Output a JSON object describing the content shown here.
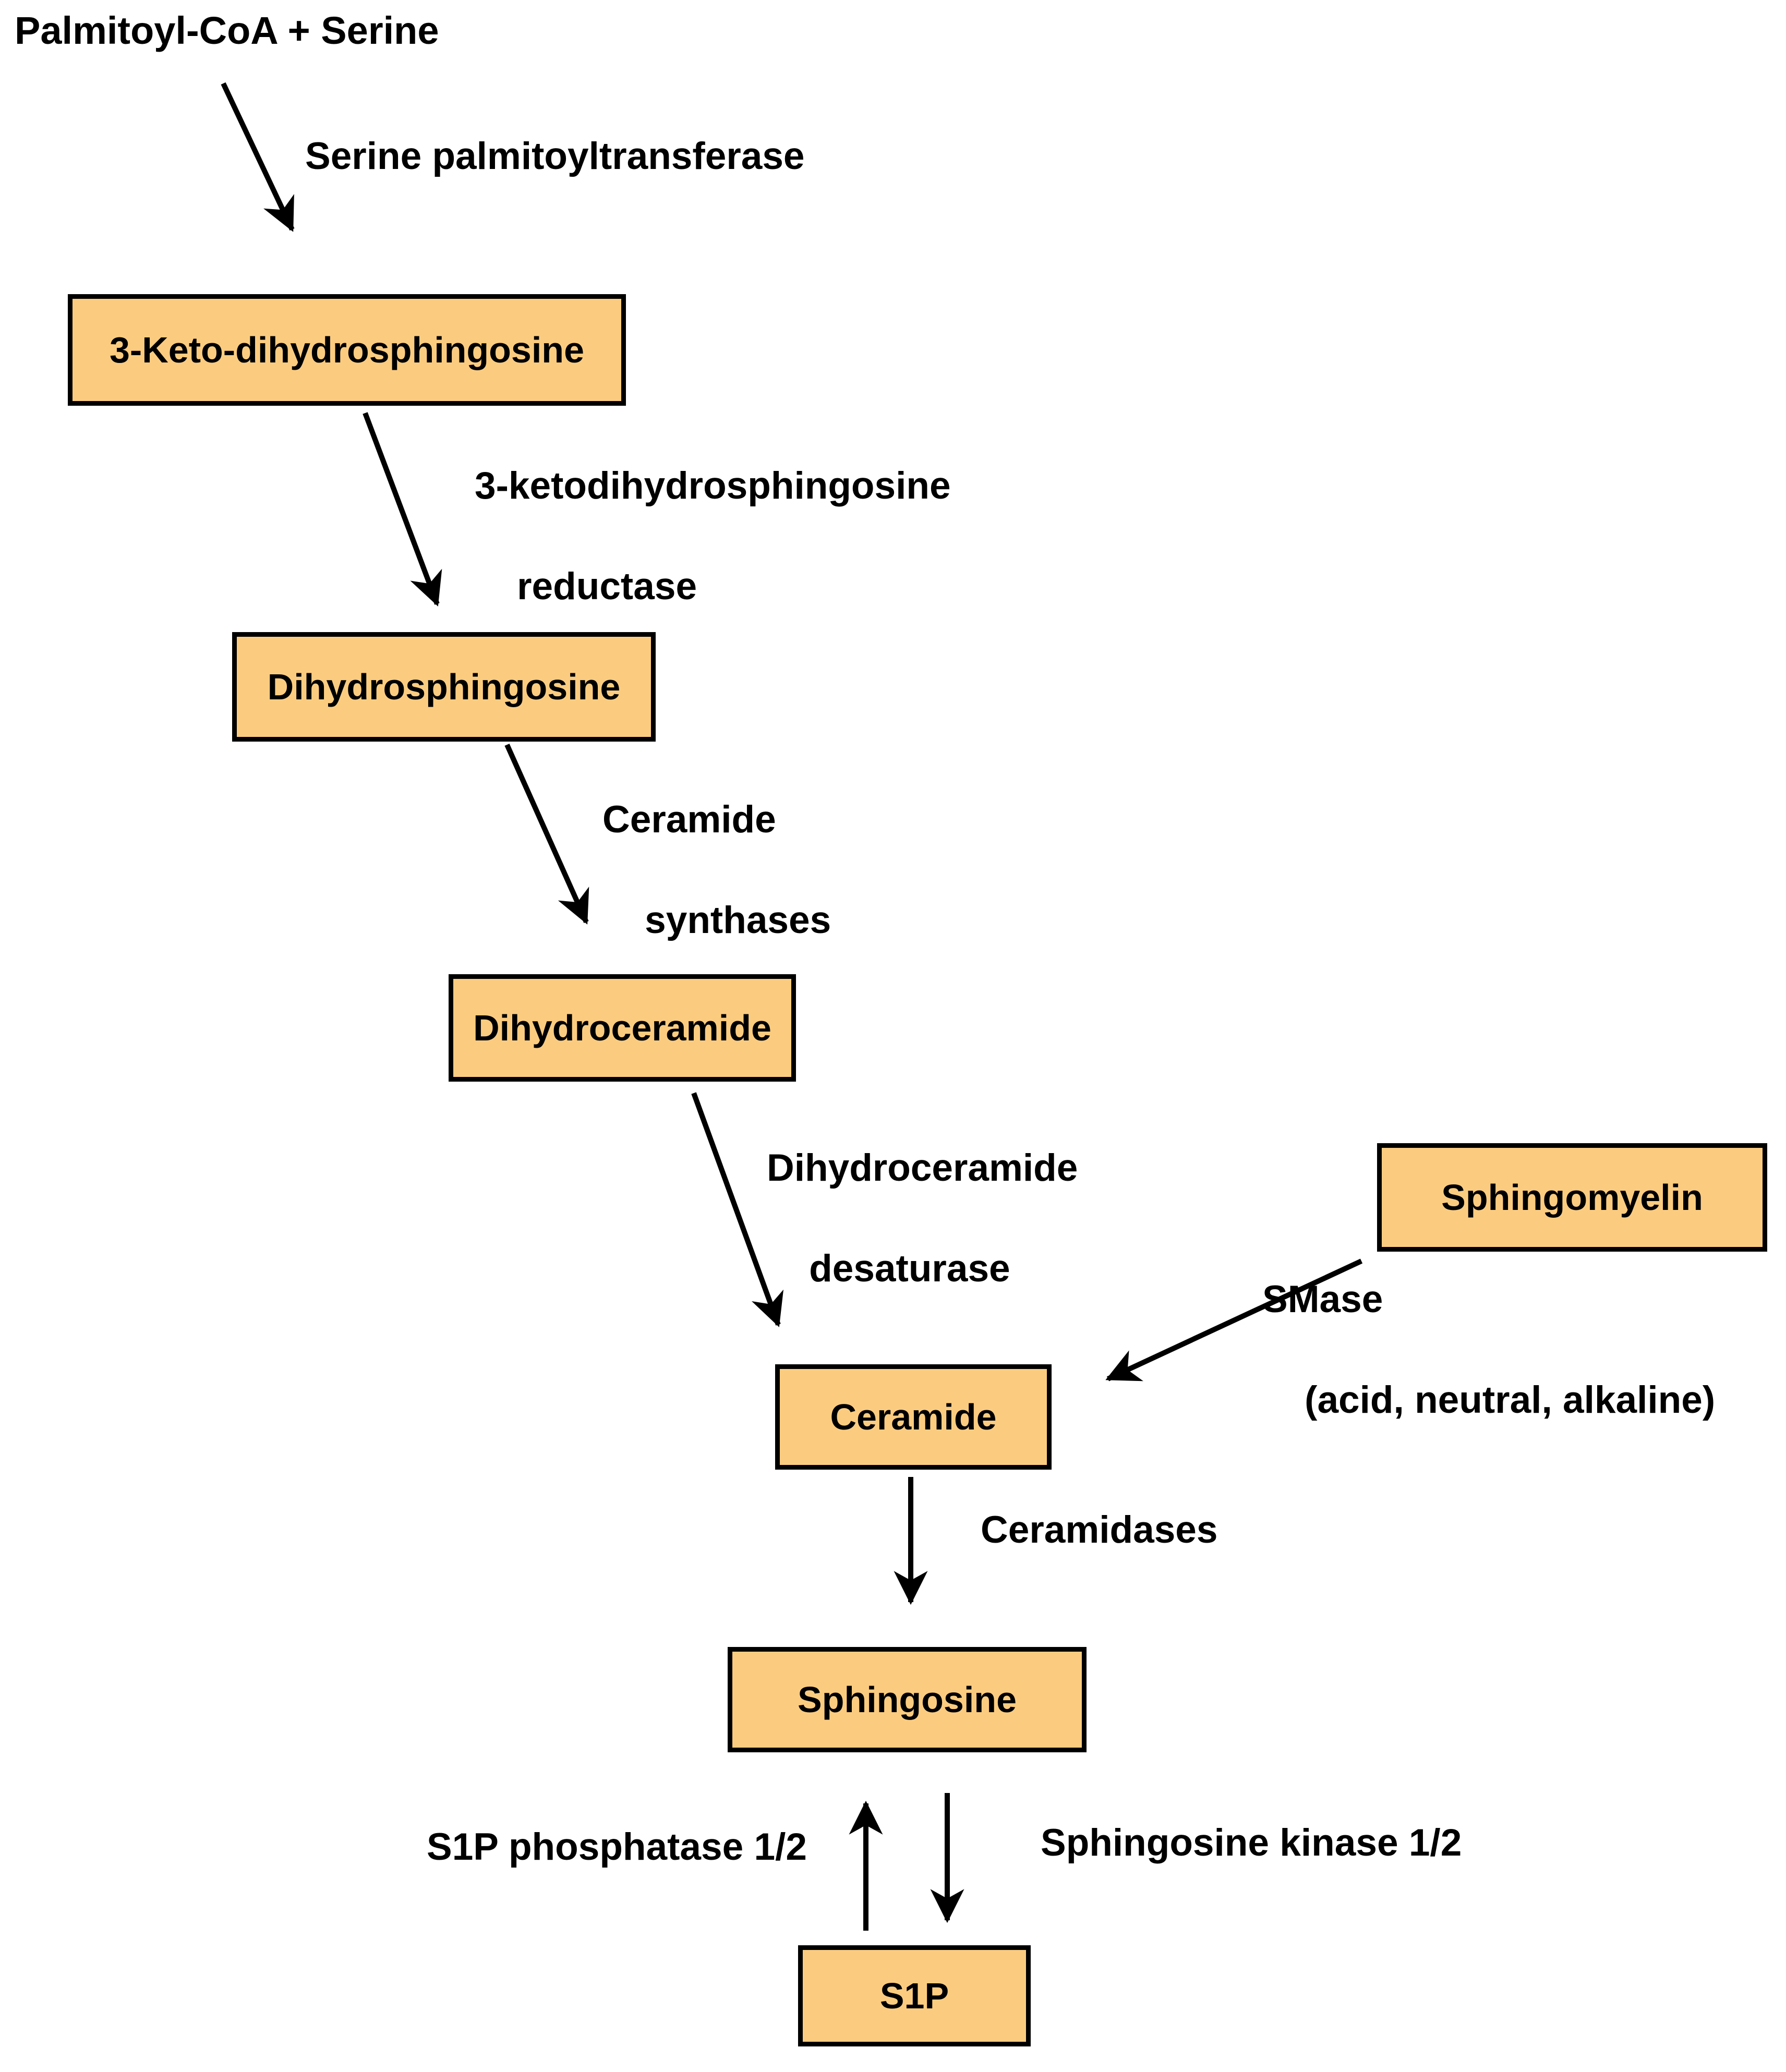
{
  "diagram": {
    "background": "#FFFFFF",
    "colors": {
      "box_fill": "#FBCC80",
      "box_border": "#000000",
      "arrow": "#000000",
      "text": "#000000"
    },
    "title": "Palmitoyl-CoA + Serine",
    "nodes": {
      "keto": "3-Keto-dihydrosphingosine",
      "dhs": "Dihydrosphingosine",
      "dhcer": "Dihydroceramide",
      "sm": "Sphingomyelin",
      "cer": "Ceramide",
      "sph": "Sphingosine",
      "s1p": "S1P"
    },
    "enzymes": {
      "spt": "Serine palmitoyltransferase",
      "kdsr_line1": "3-ketodihydrosphingosine",
      "kdsr_line2": "reductase",
      "cers_line1": "Ceramide",
      "cers_line2": "synthases",
      "degs_line1": "Dihydroceramide",
      "degs_line2": "desaturase",
      "smase_line1": "SMase",
      "smase_line2": "(acid, neutral, alkaline)",
      "cdase": "Ceramidases",
      "sgpp": "S1P phosphatase 1/2",
      "sphk": "Sphingosine kinase 1/2"
    },
    "edges": [
      {
        "from": "Palmitoyl-CoA + Serine",
        "to": "3-Keto-dihydrosphingosine",
        "enzyme": "Serine palmitoyltransferase"
      },
      {
        "from": "3-Keto-dihydrosphingosine",
        "to": "Dihydrosphingosine",
        "enzyme": "3-ketodihydrosphingosine reductase"
      },
      {
        "from": "Dihydrosphingosine",
        "to": "Dihydroceramide",
        "enzyme": "Ceramide synthases"
      },
      {
        "from": "Dihydroceramide",
        "to": "Ceramide",
        "enzyme": "Dihydroceramide desaturase"
      },
      {
        "from": "Sphingomyelin",
        "to": "Ceramide",
        "enzyme": "SMase (acid, neutral, alkaline)"
      },
      {
        "from": "Ceramide",
        "to": "Sphingosine",
        "enzyme": "Ceramidases"
      },
      {
        "from": "Sphingosine",
        "to": "S1P",
        "enzyme": "Sphingosine kinase 1/2"
      },
      {
        "from": "S1P",
        "to": "Sphingosine",
        "enzyme": "S1P phosphatase 1/2"
      }
    ]
  }
}
